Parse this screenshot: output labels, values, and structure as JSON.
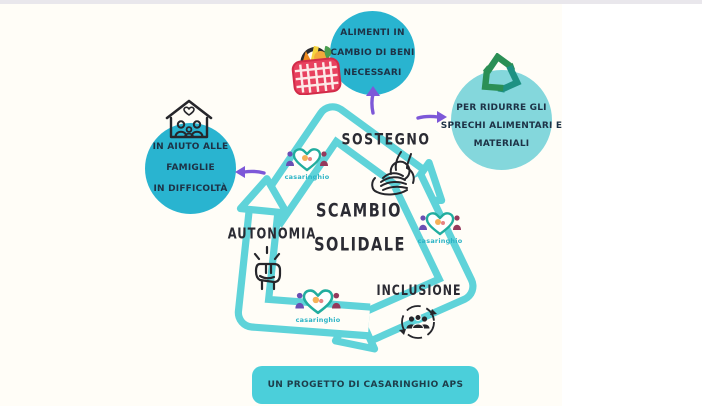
{
  "center": {
    "title_line1": "SCAMBIO",
    "title_line2": "SOLIDALE",
    "nodes": [
      {
        "label": "SOSTEGNO",
        "icon": "hands-support-icon"
      },
      {
        "label": "AUTONOMIA",
        "icon": "raised-fist-icon"
      },
      {
        "label": "INCLUSIONE",
        "icon": "people-circle-icon"
      }
    ]
  },
  "bubbles": {
    "top": {
      "lines": [
        "ALIMENTI IN",
        "CAMBIO DI BENI",
        "NECESSARI"
      ],
      "icon": "shopping-basket-icon"
    },
    "right": {
      "lines": [
        "PER RIDURRE GLI",
        "SPRECHI ALIMENTARI E",
        "MATERIALI"
      ],
      "icon": "recycle-icon"
    },
    "left": {
      "lines": [
        "IN AIUTO ALLE",
        "FAMIGLIE",
        "IN DIFFICOLTÀ"
      ],
      "icon": "family-house-icon"
    }
  },
  "logo": {
    "label": "casaringhio"
  },
  "footer": {
    "label": "UN PROGETTO DI CASARINGHIO APS"
  },
  "colors": {
    "bubble_teal": "#29b4d0",
    "bubble_light_teal": "#84d7dc",
    "symbol_outline": "#5fd3d9",
    "banner_teal": "#4bcfda",
    "arrow_purple": "#7d58d8",
    "text_dark": "#2b2b33",
    "bubble_text": "#1d3246",
    "basket_red": "#e8415f",
    "recycle_green": "#2b8f55"
  }
}
